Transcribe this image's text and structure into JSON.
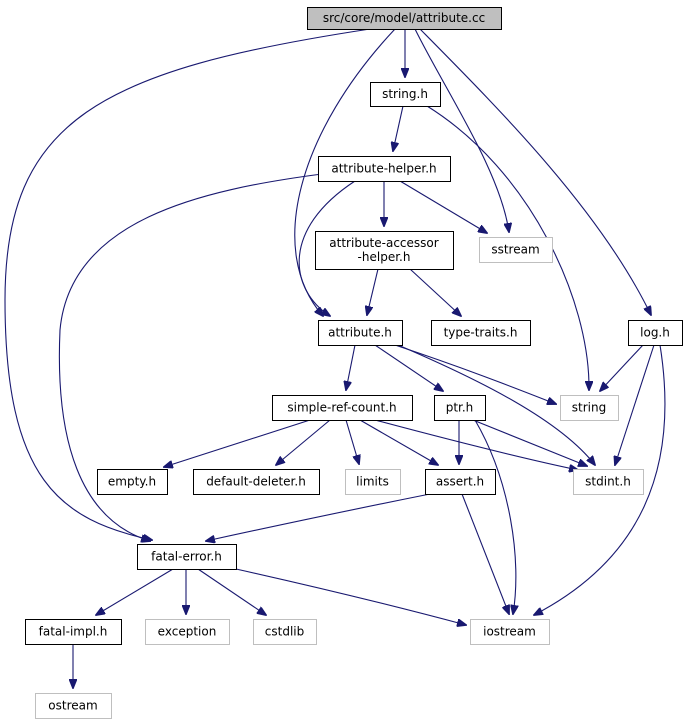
{
  "graph": {
    "title": "src/core/model/attribute.cc",
    "colors": {
      "edge": "#191970",
      "root_fill": "#bfbfbf",
      "system_border": "#bfbfbf",
      "node_border": "#000000"
    },
    "nodes": [
      {
        "id": "root",
        "label": "src/core/model/attribute.cc",
        "style": "root"
      },
      {
        "id": "string_h",
        "label": "string.h",
        "style": "normal"
      },
      {
        "id": "attribute_helper",
        "label": "attribute-helper.h",
        "style": "normal"
      },
      {
        "id": "attribute_accessor",
        "label": "attribute-accessor",
        "label2": "-helper.h",
        "style": "normal"
      },
      {
        "id": "sstream",
        "label": "sstream",
        "style": "system"
      },
      {
        "id": "attribute_h",
        "label": "attribute.h",
        "style": "normal"
      },
      {
        "id": "type_traits",
        "label": "type-traits.h",
        "style": "normal"
      },
      {
        "id": "log_h",
        "label": "log.h",
        "style": "normal"
      },
      {
        "id": "simple_ref",
        "label": "simple-ref-count.h",
        "style": "normal"
      },
      {
        "id": "ptr_h",
        "label": "ptr.h",
        "style": "normal"
      },
      {
        "id": "string",
        "label": "string",
        "style": "system"
      },
      {
        "id": "empty_h",
        "label": "empty.h",
        "style": "normal"
      },
      {
        "id": "default_deleter",
        "label": "default-deleter.h",
        "style": "normal"
      },
      {
        "id": "limits",
        "label": "limits",
        "style": "system"
      },
      {
        "id": "assert_h",
        "label": "assert.h",
        "style": "normal"
      },
      {
        "id": "stdint",
        "label": "stdint.h",
        "style": "system"
      },
      {
        "id": "fatal_error",
        "label": "fatal-error.h",
        "style": "normal"
      },
      {
        "id": "fatal_impl",
        "label": "fatal-impl.h",
        "style": "normal"
      },
      {
        "id": "exception",
        "label": "exception",
        "style": "system"
      },
      {
        "id": "cstdlib",
        "label": "cstdlib",
        "style": "system"
      },
      {
        "id": "iostream",
        "label": "iostream",
        "style": "system"
      },
      {
        "id": "ostream",
        "label": "ostream",
        "style": "system"
      }
    ],
    "edges": [
      {
        "from": "root",
        "to": "string_h"
      },
      {
        "from": "root",
        "to": "sstream"
      },
      {
        "from": "root",
        "to": "log_h"
      },
      {
        "from": "root",
        "to": "attribute_h"
      },
      {
        "from": "root",
        "to": "fatal_error"
      },
      {
        "from": "string_h",
        "to": "attribute_helper"
      },
      {
        "from": "string_h",
        "to": "string"
      },
      {
        "from": "attribute_helper",
        "to": "attribute_accessor"
      },
      {
        "from": "attribute_helper",
        "to": "sstream"
      },
      {
        "from": "attribute_helper",
        "to": "attribute_h"
      },
      {
        "from": "attribute_helper",
        "to": "fatal_error"
      },
      {
        "from": "attribute_accessor",
        "to": "attribute_h"
      },
      {
        "from": "attribute_accessor",
        "to": "type_traits"
      },
      {
        "from": "attribute_h",
        "to": "simple_ref"
      },
      {
        "from": "attribute_h",
        "to": "ptr_h"
      },
      {
        "from": "attribute_h",
        "to": "string"
      },
      {
        "from": "attribute_h",
        "to": "stdint"
      },
      {
        "from": "log_h",
        "to": "string"
      },
      {
        "from": "log_h",
        "to": "stdint"
      },
      {
        "from": "log_h",
        "to": "iostream"
      },
      {
        "from": "simple_ref",
        "to": "empty_h"
      },
      {
        "from": "simple_ref",
        "to": "default_deleter"
      },
      {
        "from": "simple_ref",
        "to": "limits"
      },
      {
        "from": "simple_ref",
        "to": "assert_h"
      },
      {
        "from": "simple_ref",
        "to": "stdint"
      },
      {
        "from": "ptr_h",
        "to": "assert_h"
      },
      {
        "from": "ptr_h",
        "to": "stdint"
      },
      {
        "from": "ptr_h",
        "to": "iostream"
      },
      {
        "from": "assert_h",
        "to": "fatal_error"
      },
      {
        "from": "assert_h",
        "to": "iostream"
      },
      {
        "from": "fatal_error",
        "to": "fatal_impl"
      },
      {
        "from": "fatal_error",
        "to": "exception"
      },
      {
        "from": "fatal_error",
        "to": "cstdlib"
      },
      {
        "from": "fatal_error",
        "to": "iostream"
      },
      {
        "from": "fatal_impl",
        "to": "ostream"
      }
    ]
  }
}
